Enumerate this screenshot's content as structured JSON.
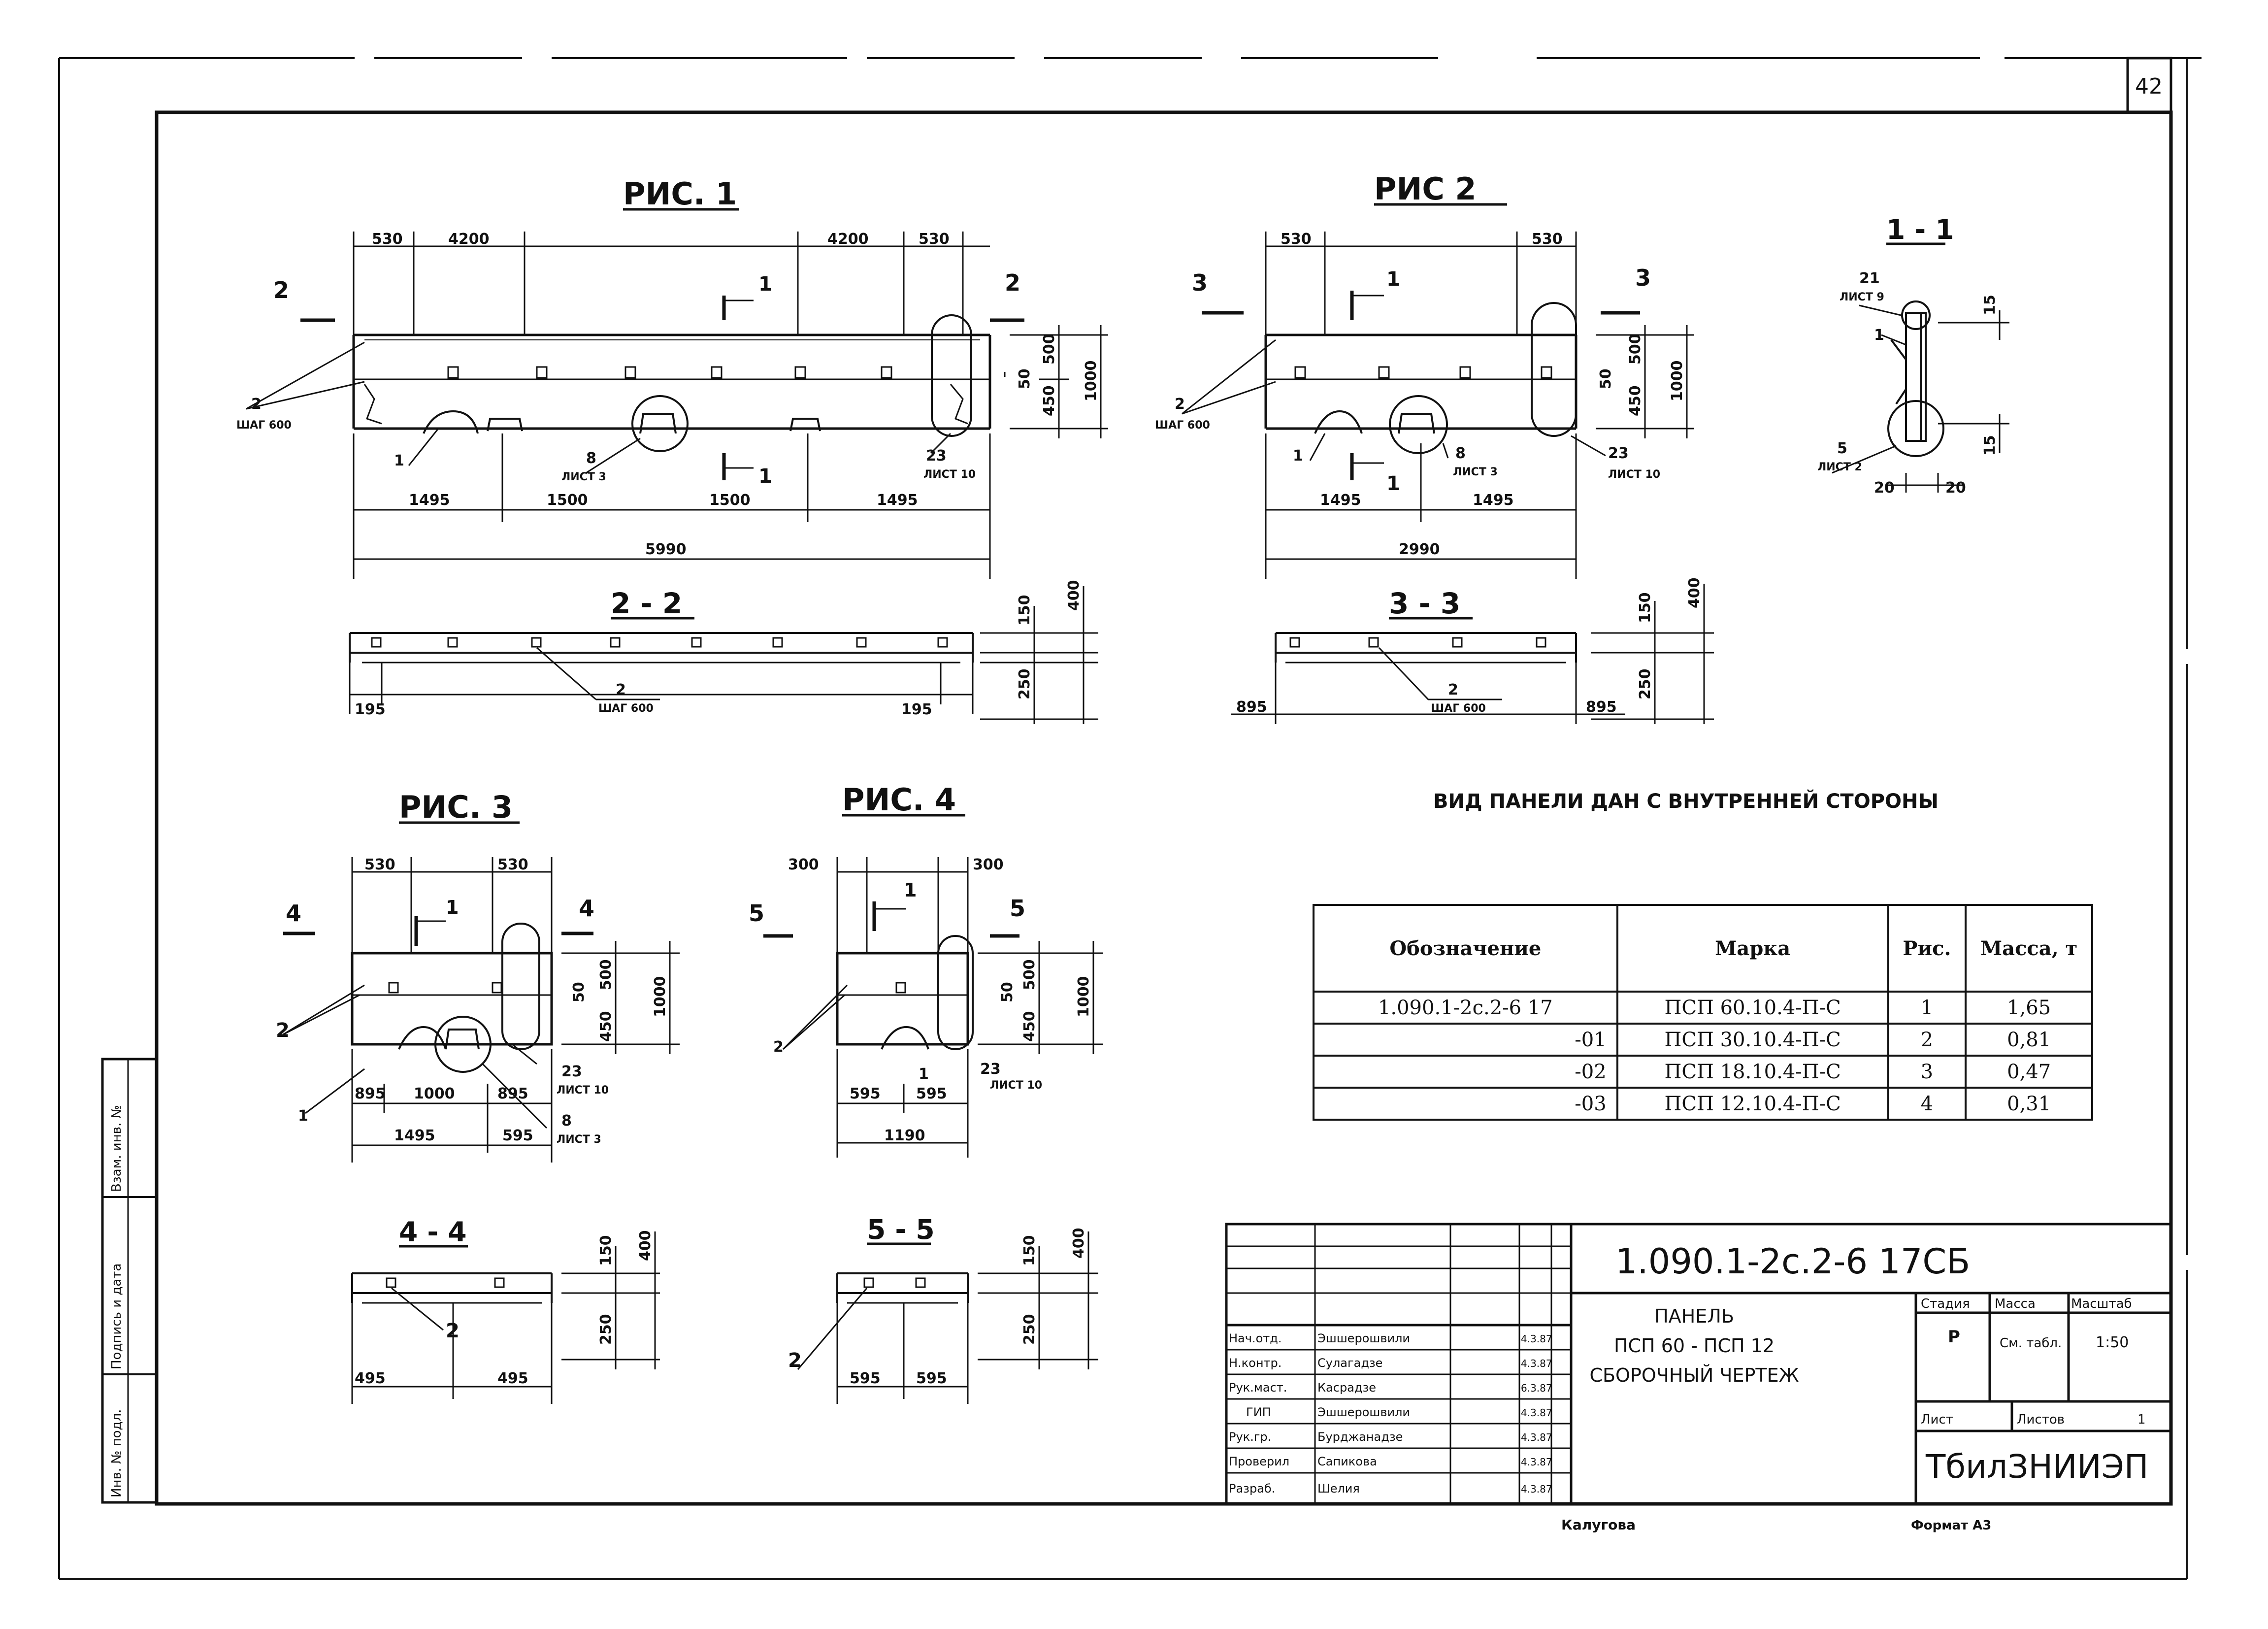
{
  "sheet": {
    "page_number": "42",
    "format": "Формат А3",
    "copier": "Калугова"
  },
  "figures": {
    "fig1": {
      "title": "РИС. 1",
      "top_dims": [
        "530",
        "4200",
        "4200",
        "530"
      ],
      "bottom_dims": [
        "1495",
        "1500",
        "1500",
        "1495"
      ],
      "total": "5990",
      "height_dims": [
        "500",
        "50",
        "450",
        "1000"
      ],
      "callouts": [
        "2",
        "ШАГ 600",
        "1",
        "8",
        "ЛИСТ 3",
        "23",
        "ЛИСТ 10"
      ],
      "section_marks": [
        "2",
        "2",
        "1",
        "1"
      ]
    },
    "fig2": {
      "title": "РИС 2",
      "top_dims": [
        "530",
        "530"
      ],
      "bottom_dims": [
        "1495",
        "1495"
      ],
      "total": "2990",
      "height_dims": [
        "500",
        "50",
        "450",
        "1000"
      ],
      "callouts": [
        "2",
        "ШАГ 600",
        "1",
        "8",
        "ЛИСТ 3",
        "23",
        "ЛИСТ 10"
      ],
      "section_marks": [
        "3",
        "3",
        "1",
        "1"
      ]
    },
    "sec11": {
      "title": "1 - 1",
      "callouts": [
        "21",
        "ЛИСТ 9",
        "1",
        "5",
        "ЛИСТ 2"
      ],
      "dims": [
        "20",
        "20",
        "15",
        "15"
      ]
    },
    "sec22": {
      "title": "2 - 2",
      "dims": [
        "195",
        "195",
        "150",
        "400",
        "250"
      ],
      "callouts": [
        "2",
        "ШАГ 600"
      ]
    },
    "sec33": {
      "title": "3 - 3",
      "dims": [
        "895",
        "895",
        "150",
        "400",
        "250"
      ],
      "callouts": [
        "2",
        "ШАГ 600"
      ]
    },
    "fig3": {
      "title": "РИС. 3",
      "top_dims": [
        "530",
        "530"
      ],
      "bottom_dims": [
        "895",
        "1000",
        "895"
      ],
      "total_dims": [
        "1495",
        "595"
      ],
      "height_dims": [
        "500",
        "50",
        "450",
        "1000"
      ],
      "callouts": [
        "2",
        "1",
        "23",
        "ЛИСТ 10",
        "8",
        "ЛИСТ 3"
      ],
      "section_marks": [
        "4",
        "4",
        "1"
      ]
    },
    "fig4": {
      "title": "РИС. 4",
      "top_dims": [
        "300",
        "300"
      ],
      "bottom_dims": [
        "595",
        "595"
      ],
      "total": "1190",
      "height_dims": [
        "500",
        "50",
        "450",
        "1000"
      ],
      "callouts": [
        "2",
        "1",
        "23",
        "ЛИСТ 10"
      ],
      "section_marks": [
        "5",
        "5",
        "1"
      ]
    },
    "sec44": {
      "title": "4 - 4",
      "dims": [
        "495",
        "495",
        "150",
        "400",
        "250"
      ],
      "callouts": [
        "2"
      ]
    },
    "sec55": {
      "title": "5 - 5",
      "dims": [
        "595",
        "595",
        "150",
        "400",
        "250"
      ],
      "callouts": [
        "2"
      ]
    }
  },
  "view_caption": "ВИД ПАНЕЛИ ДАН С ВНУТРЕННЕЙ СТОРОНЫ",
  "spec_table": {
    "headers": [
      "Обозначение",
      "Марка",
      "Рис.",
      "Масса, т"
    ],
    "rows": [
      [
        "1.090.1-2с.2-6 17",
        "ПСП 60.10.4-П-С",
        "1",
        "1,65"
      ],
      [
        "-01",
        "ПСП 30.10.4-П-С",
        "2",
        "0,81"
      ],
      [
        "-02",
        "ПСП 18.10.4-П-С",
        "3",
        "0,47"
      ],
      [
        "-03",
        "ПСП 12.10.4-П-С",
        "4",
        "0,31"
      ]
    ]
  },
  "title_block": {
    "code": "1.090.1-2с.2-6 17СБ",
    "name_lines": [
      "ПАНЕЛЬ",
      "ПСП 60 - ПСП 12",
      "СБОРОЧНЫЙ ЧЕРТЕЖ"
    ],
    "stage_header": "Стадия",
    "mass_header": "Масса",
    "scale_header": "Масштаб",
    "stage": "Р",
    "mass": "См. табл.",
    "scale": "1:50",
    "sheet_label": "Лист",
    "sheets_label": "Листов",
    "sheets_count": "1",
    "organization": "ТбилЗНИИЭП",
    "signers": [
      {
        "role": "Нач.отд.",
        "name": "Эшшерошвили",
        "date": "4.3.87"
      },
      {
        "role": "Н.контр.",
        "name": "Сулагадзе",
        "date": "4.3.87"
      },
      {
        "role": "Рук.маст.",
        "name": "Касрадзе",
        "date": "6.3.87"
      },
      {
        "role": "ГИП",
        "name": "Эшшерошвили",
        "date": "4.3.87"
      },
      {
        "role": "Рук.гр.",
        "name": "Бурджанадзе",
        "date": "4.3.87"
      },
      {
        "role": "Проверил",
        "name": "Сапикова",
        "date": "4.3.87"
      },
      {
        "role": "Разраб.",
        "name": "Шелия",
        "date": "4.3.87"
      }
    ]
  },
  "side_stamp": [
    "Инв. № подл.",
    "Подпись и дата",
    "Взам. инв. №"
  ]
}
